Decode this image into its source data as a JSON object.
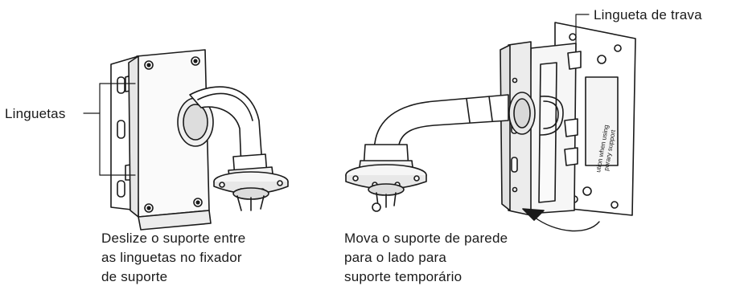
{
  "callouts": {
    "linguetas": "Linguetas",
    "lingueta_de_trava": "Lingueta de trava"
  },
  "captions": {
    "left": [
      "Deslize o suporte entre",
      "as linguetas no fixador",
      "de suporte"
    ],
    "right": [
      "Mova o suporte de parede",
      "para o lado para",
      "suporte temporário"
    ]
  },
  "small_print": [
    "ution when using",
    "porary support"
  ]
}
